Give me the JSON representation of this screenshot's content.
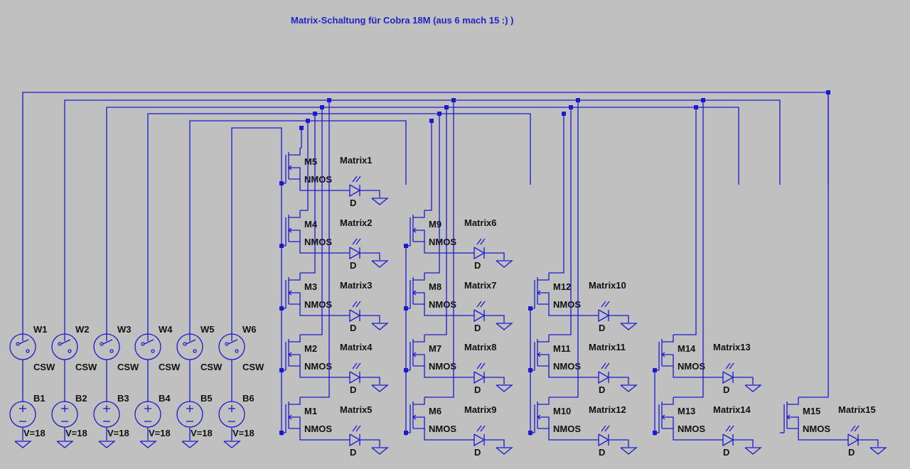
{
  "title": "Matrix-Schaltung für Cobra 18M (aus 6 mach 15 :) )",
  "switches": [
    {
      "name": "W1",
      "type": "CSW"
    },
    {
      "name": "W2",
      "type": "CSW"
    },
    {
      "name": "W3",
      "type": "CSW"
    },
    {
      "name": "W4",
      "type": "CSW"
    },
    {
      "name": "W5",
      "type": "CSW"
    },
    {
      "name": "W6",
      "type": "CSW"
    }
  ],
  "batteries": [
    {
      "name": "B1",
      "value": "V=18"
    },
    {
      "name": "B2",
      "value": "V=18"
    },
    {
      "name": "B3",
      "value": "V=18"
    },
    {
      "name": "B4",
      "value": "V=18"
    },
    {
      "name": "B5",
      "value": "V=18"
    },
    {
      "name": "B6",
      "value": "V=18"
    }
  ],
  "cells": [
    {
      "mos": "M5",
      "type": "NMOS",
      "led": "Matrix1",
      "diode": "D"
    },
    {
      "mos": "M4",
      "type": "NMOS",
      "led": "Matrix2",
      "diode": "D"
    },
    {
      "mos": "M3",
      "type": "NMOS",
      "led": "Matrix3",
      "diode": "D"
    },
    {
      "mos": "M2",
      "type": "NMOS",
      "led": "Matrix4",
      "diode": "D"
    },
    {
      "mos": "M1",
      "type": "NMOS",
      "led": "Matrix5",
      "diode": "D"
    },
    {
      "mos": "M9",
      "type": "NMOS",
      "led": "Matrix6",
      "diode": "D"
    },
    {
      "mos": "M8",
      "type": "NMOS",
      "led": "Matrix7",
      "diode": "D"
    },
    {
      "mos": "M7",
      "type": "NMOS",
      "led": "Matrix8",
      "diode": "D"
    },
    {
      "mos": "M6",
      "type": "NMOS",
      "led": "Matrix9",
      "diode": "D"
    },
    {
      "mos": "M12",
      "type": "NMOS",
      "led": "Matrix10",
      "diode": "D"
    },
    {
      "mos": "M11",
      "type": "NMOS",
      "led": "Matrix11",
      "diode": "D"
    },
    {
      "mos": "M10",
      "type": "NMOS",
      "led": "Matrix12",
      "diode": "D"
    },
    {
      "mos": "M14",
      "type": "NMOS",
      "led": "Matrix13",
      "diode": "D"
    },
    {
      "mos": "M13",
      "type": "NMOS",
      "led": "Matrix14",
      "diode": "D"
    },
    {
      "mos": "M15",
      "type": "NMOS",
      "led": "Matrix15",
      "diode": "D"
    }
  ]
}
